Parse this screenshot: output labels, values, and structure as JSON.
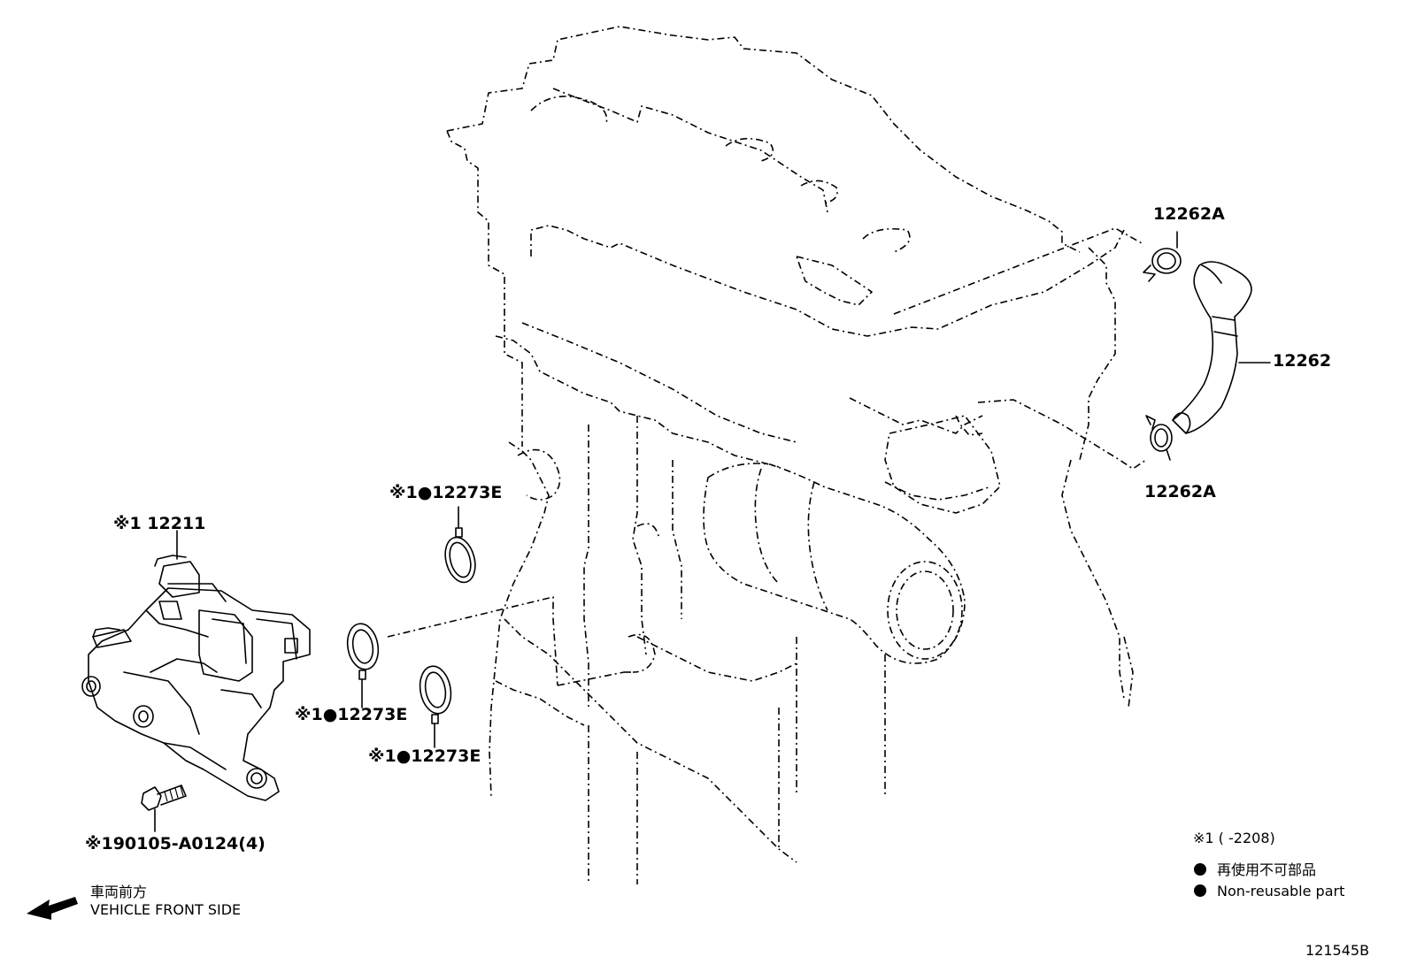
{
  "diagram": {
    "labels": {
      "part_12262a_top": "12262A",
      "part_12262": "12262",
      "part_12262a_bottom": "12262A",
      "part_12273e_top": "※1●12273E",
      "part_12273e_mid": "※1●12273E",
      "part_12273e_low": "※1●12273E",
      "part_12211": "※1 12211",
      "part_bolt": "※190105-A0124(4)"
    },
    "legend": {
      "note_range": "※1 (      -2208)",
      "non_reusable_jp": "再使用不可部品",
      "non_reusable_en": "Non-reusable part"
    },
    "direction": {
      "jp": "車両前方",
      "en": "VEHICLE FRONT SIDE"
    },
    "figure_id": "121545B"
  }
}
